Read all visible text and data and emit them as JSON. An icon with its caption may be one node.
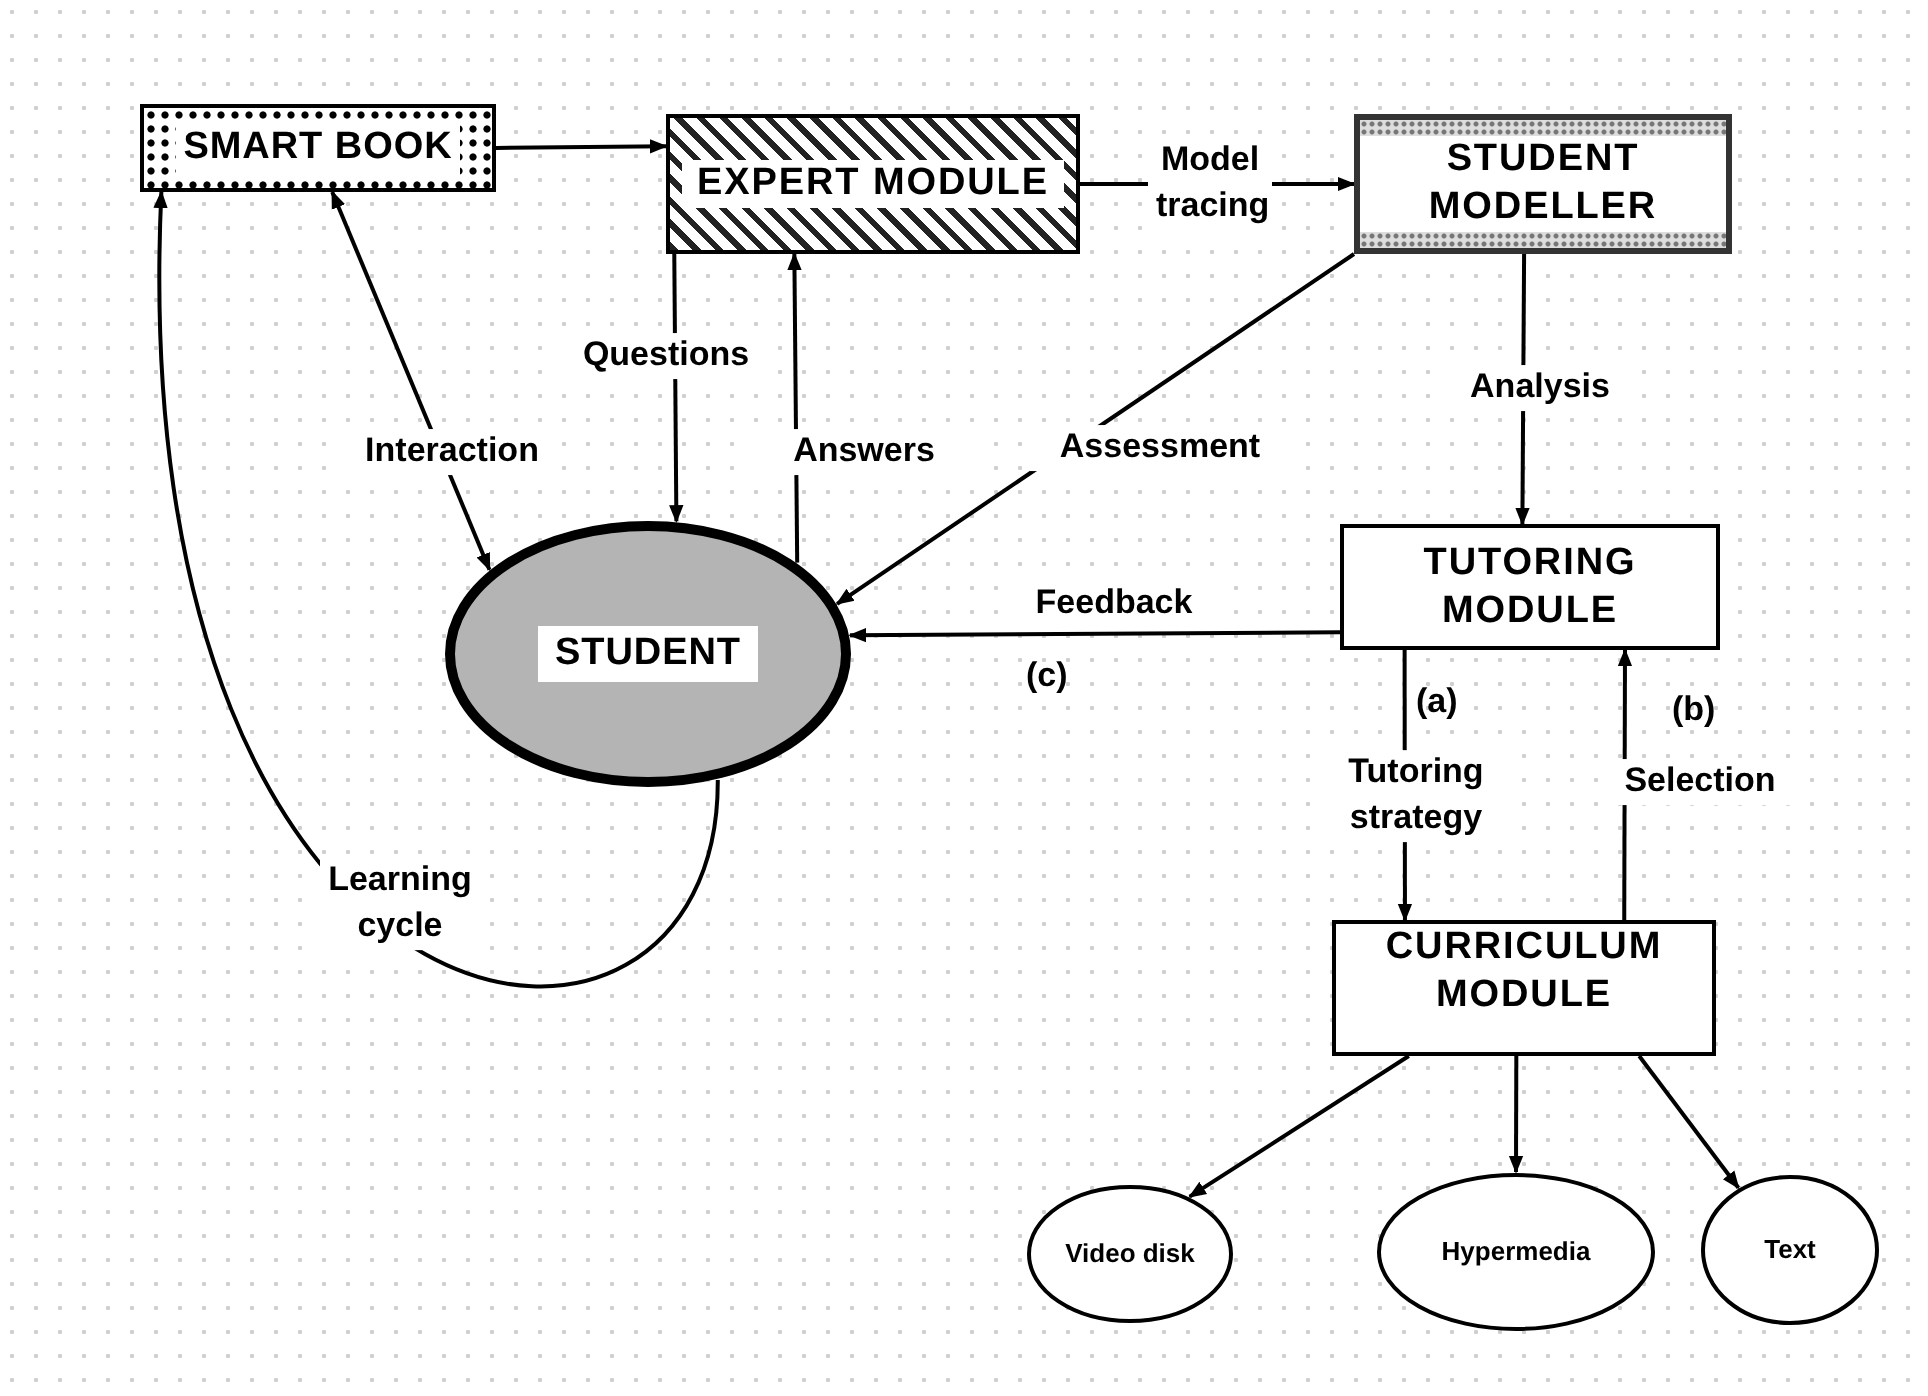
{
  "diagram": {
    "nodes": [
      {
        "text": [
          "SMART BOOK"
        ]
      },
      {
        "text": [
          "EXPERT MODULE"
        ]
      },
      {
        "text": [
          "STUDENT MODELLER"
        ]
      },
      {
        "text": [
          "STUDENT"
        ]
      },
      {
        "text": [
          "TUTORING MODULE"
        ]
      },
      {
        "text": [
          "CURRICULUM MODULE"
        ]
      },
      {
        "text": [
          "Video disk"
        ]
      },
      {
        "text": [
          "Hypermedia"
        ]
      },
      {
        "text": [
          "Text"
        ]
      }
    ],
    "edges": [
      {
        "from": 0,
        "to": 1,
        "arrow": "to"
      },
      {
        "from": 1,
        "to": 2,
        "arrow": "to",
        "label": "Model tracing"
      },
      {
        "from": 3,
        "to": 0,
        "arrow": "both",
        "label": "Interaction"
      },
      {
        "from": 1,
        "to": 3,
        "arrow": "to",
        "label": "Questions"
      },
      {
        "from": 3,
        "to": 1,
        "arrow": "to",
        "label": "Answers"
      },
      {
        "from": 2,
        "to": 3,
        "arrow": "to",
        "label": "Assessment"
      },
      {
        "from": 4,
        "to": 3,
        "arrow": "to",
        "label": "Feedback"
      },
      {
        "from": 2,
        "to": 4,
        "arrow": "to",
        "label": "Analysis"
      },
      {
        "from": 4,
        "to": 5,
        "arrow": "to",
        "label": "Tutoring strategy"
      },
      {
        "from": 5,
        "to": 4,
        "arrow": "to",
        "label": "Selection"
      },
      {
        "from": 3,
        "to": 0,
        "arrow": "to",
        "label": "Learning cycle"
      },
      {
        "from": 5,
        "to": 6,
        "arrow": "to"
      },
      {
        "from": 5,
        "to": 7,
        "arrow": "to"
      },
      {
        "from": 5,
        "to": 8,
        "arrow": "to"
      }
    ],
    "labels": [
      "(c)",
      "(a)",
      "(b)"
    ]
  }
}
